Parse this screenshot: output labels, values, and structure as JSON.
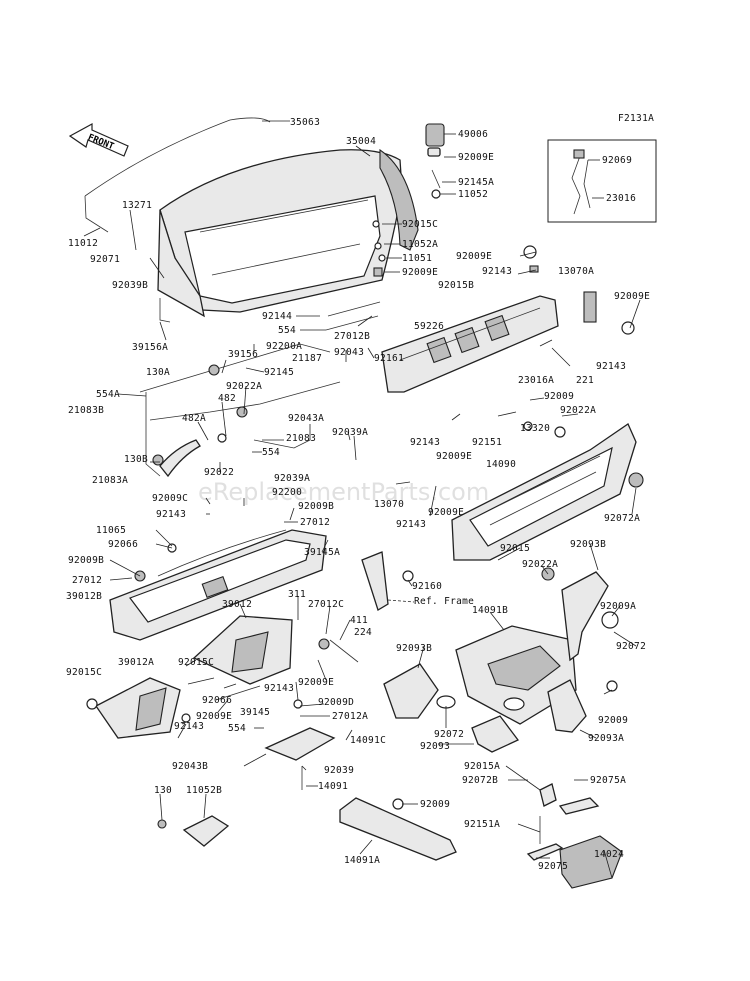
{
  "diagram": {
    "figure_code": "F2131A",
    "front_marker": "FRONT",
    "watermark": "eReplacementParts.com",
    "ref_frame_label": "Ref. Frame",
    "colors": {
      "line": "#222222",
      "fill": "#e9e9e9",
      "shade": "#bdbdbd",
      "watermark": "#c8c8c8"
    },
    "part_labels": {
      "p35063": "35063",
      "p35004": "35004",
      "p49006": "49006",
      "p92009E_a": "92009E",
      "p92145A": "92145A",
      "p11052": "11052",
      "p92069": "92069",
      "p23016": "23016",
      "p13271": "13271",
      "p11012": "11012",
      "p92071": "92071",
      "p92039B": "92039B",
      "p92015C_a": "92015C",
      "p11052A": "11052A",
      "p11051": "11051",
      "p92009E_b": "92009E",
      "p92009E_c": "92009E",
      "p92143_a": "92143",
      "p92015B": "92015B",
      "p13070A": "13070A",
      "p92009E_d": "92009E",
      "p39156A": "39156A",
      "p92144": "92144",
      "p554_a": "554",
      "p27012B": "27012B",
      "p59226": "59226",
      "p92200A": "92200A",
      "p39156": "39156",
      "p21187": "21187",
      "p92043": "92043",
      "p92161": "92161",
      "p92143_b": "92143",
      "p130A": "130A",
      "p92145": "92145",
      "p92022A_a": "92022A",
      "p221": "221",
      "p23016A": "23016A",
      "p554A": "554A",
      "p21083B": "21083B",
      "p482": "482",
      "p92009_a": "92009",
      "p92022A_b": "92022A",
      "p482A": "482A",
      "p92043A": "92043A",
      "p21083": "21083",
      "p92039A_a": "92039A",
      "p92143_c": "92143",
      "p92151": "92151",
      "p13320": "13320",
      "p130B": "130B",
      "p554_b": "554",
      "p92009E_e": "92009E",
      "p14090": "14090",
      "p21083A": "21083A",
      "p92022": "92022",
      "p92039A_b": "92039A",
      "p92200": "92200",
      "p13070": "13070",
      "p92009C": "92009C",
      "p92009B_a": "92009B",
      "p92143_d": "92143",
      "p92009E_f": "92009E",
      "p92143_e": "92143",
      "p27012_a": "27012",
      "p92072A": "92072A",
      "p11065": "11065",
      "p92066_a": "92066",
      "p92015": "92015",
      "p92093B_a": "92093B",
      "p92009B_b": "92009B",
      "p92022A_c": "92022A",
      "p27012_b": "27012",
      "p39145A": "39145A",
      "p92160": "92160",
      "p39012B": "39012B",
      "p311": "311",
      "p39012": "39012",
      "p27012C": "27012C",
      "p411": "411",
      "p14091B": "14091B",
      "p92009A": "92009A",
      "p224": "224",
      "p92072_a": "92072",
      "p92015C_b": "92015C",
      "p39012A": "39012A",
      "p92015C_c": "92015C",
      "p92093B_b": "92093B",
      "p92009E_g": "92009E",
      "p92066_b": "92066",
      "p92143_f": "92143",
      "p39145": "39145",
      "p92009D": "92009D",
      "p27012A": "27012A",
      "p92009E_h": "92009E",
      "p554_c": "554",
      "p14091C": "14091C",
      "p92072_b": "92072",
      "p92009_b": "92009",
      "p92143_g": "92143",
      "p92043B": "92043B",
      "p92093": "92093",
      "p92093A": "92093A",
      "p92039": "92039",
      "p92015A": "92015A",
      "p14091": "14091",
      "p92072B": "92072B",
      "p92075A": "92075A",
      "p130": "130",
      "p11052B": "11052B",
      "p92009_c": "92009",
      "p92151A": "92151A",
      "p14091A": "14091A",
      "p92075": "92075",
      "p14024": "14024"
    }
  }
}
